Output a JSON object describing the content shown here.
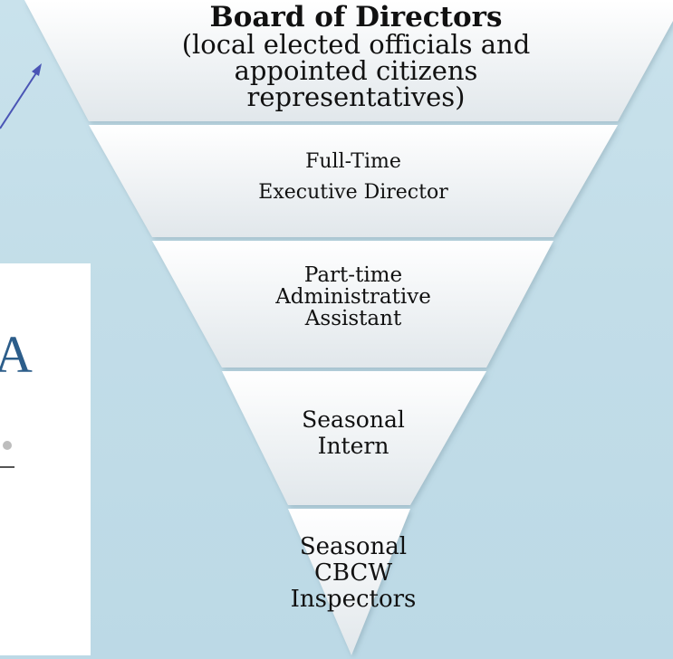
{
  "tiers": [
    {
      "title": "Board of Directors",
      "subtitle_lines": [
        "(local elected officials and",
        "appointed citizens",
        "representatives)"
      ]
    },
    {
      "lines": [
        "Full-Time",
        "Executive Director"
      ]
    },
    {
      "lines": [
        "Part-time",
        "Administrative",
        "Assistant"
      ]
    },
    {
      "lines": [
        "Seasonal",
        "Intern"
      ]
    },
    {
      "lines": [
        "Seasonal",
        "CBCW",
        "Inspectors"
      ]
    }
  ],
  "colors": {
    "background": "#c3dee9",
    "tier_fill_top": "#ffffff",
    "tier_fill_bottom": "#dfe6ea",
    "tier_separator": "#e9eef1",
    "arrow": "#4a55b5",
    "text": "#111111"
  }
}
